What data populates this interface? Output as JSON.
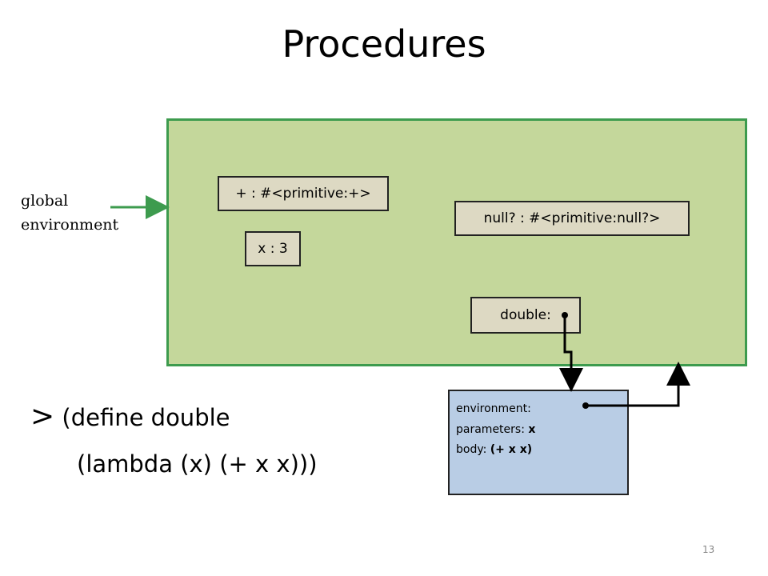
{
  "slide": {
    "title": "Procedures",
    "global_label_line1": "global",
    "global_label_line2": "environment",
    "slide_number": "13"
  },
  "bindings": {
    "plus": "+ : #<primitive:+>",
    "null": "null? : #<primitive:null?>",
    "x": "x : 3",
    "double": "double:"
  },
  "procedure": {
    "environment_label": "environment:",
    "parameters_label": "parameters:",
    "parameters_value": "x",
    "body_label": "body:",
    "body_value": "(+ x x)"
  },
  "code": {
    "prompt": ">",
    "line1": "(define double",
    "line2": "(lambda (x) (+ x x)))"
  },
  "colors": {
    "frame_fill": "#c4d79b",
    "frame_border": "#3d9b4e",
    "binding_fill": "#ddd9c3",
    "procedure_fill": "#b9cde5",
    "pointer_arrow": "#3d9b4e"
  }
}
